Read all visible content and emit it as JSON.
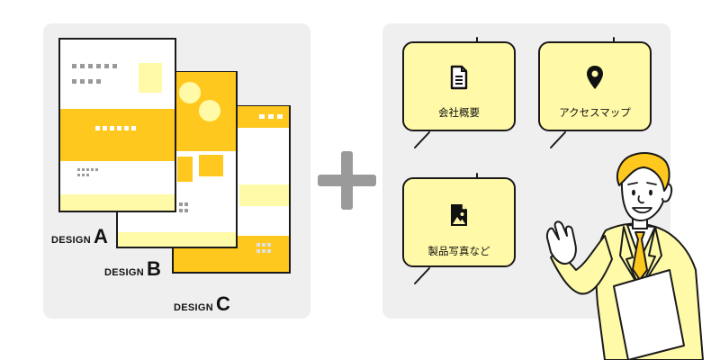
{
  "left": {
    "designs": [
      {
        "word": "DESIGN",
        "letter": "A"
      },
      {
        "word": "DESIGN",
        "letter": "B"
      },
      {
        "word": "DESIGN",
        "letter": "C"
      }
    ]
  },
  "right": {
    "bubbles": [
      {
        "label": "会社概要",
        "icon": "document-icon"
      },
      {
        "label": "アクセスマップ",
        "icon": "map-pin-icon"
      },
      {
        "label": "製品写真など",
        "icon": "image-file-icon"
      }
    ]
  },
  "colors": {
    "panel": "#efefef",
    "accent": "#ffc81e",
    "pale": "#fffaa8",
    "plus": "#9a9a9a"
  }
}
